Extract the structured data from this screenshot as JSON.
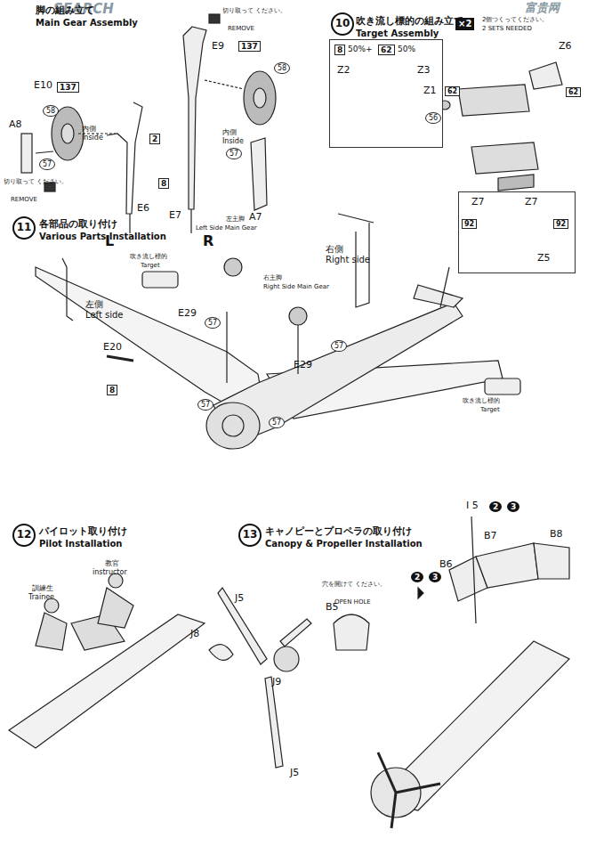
{
  "diagram": {
    "nodes": [
      {
        "text": [
          "10"
        ]
      },
      {
        "text": [
          "8",
          "50%+",
          "62",
          "50%",
          "Z2",
          "Z3"
        ]
      },
      {
        "text": [
          "Z7",
          "Z7",
          "92",
          "92",
          "Z5"
        ]
      },
      {
        "text": [
          "11"
        ]
      },
      {
        "text": [
          "12"
        ]
      },
      {
        "text": [
          "13"
        ]
      }
    ],
    "labels": [
      "SEARCH",
      "脚の組み立て",
      "Main Gear Assembly",
      "E10",
      "137",
      "58",
      "A8",
      "57",
      "内側",
      "Inside",
      "2",
      "8",
      "切り取って ください。",
      "REMOVE",
      "E6",
      "L",
      "切り取って ください。",
      "REMOVE",
      "E9",
      "137",
      "58",
      "内側",
      "Inside",
      "57",
      "A7",
      "E7",
      "R",
      "吹き流し標的の組み立て",
      "Target Assembly",
      "×2",
      "2個つくってください。",
      "2 SETS NEEDED",
      "Z6",
      "62",
      "Z1",
      "62",
      "56",
      "各部品の取り付け",
      "Various Parts Installation",
      "左側",
      "Left side",
      "右側",
      "Right side",
      "左主脚",
      "Left Side Main Gear",
      "右主脚",
      "Right Side Main Gear",
      "吹き流し標的",
      "Target",
      "E29",
      "57",
      "57",
      "E29",
      "57",
      "57",
      "E20",
      "8",
      "吹き流し標的",
      "Target",
      "パイロット取り付け",
      "Pilot Installation",
      "教官",
      "instructor",
      "訓練生",
      "Trainee",
      "キャノピーとプロペラの取り付け",
      "Canopy & Propeller Installation",
      "J5",
      "J5",
      "J8",
      "J9",
      "B5",
      "B6",
      "B7",
      "B8",
      "I 5",
      "2",
      "3",
      "穴を開けて ください。",
      "OPEN HOLE",
      "2",
      "3",
      "富贵网"
    ]
  }
}
